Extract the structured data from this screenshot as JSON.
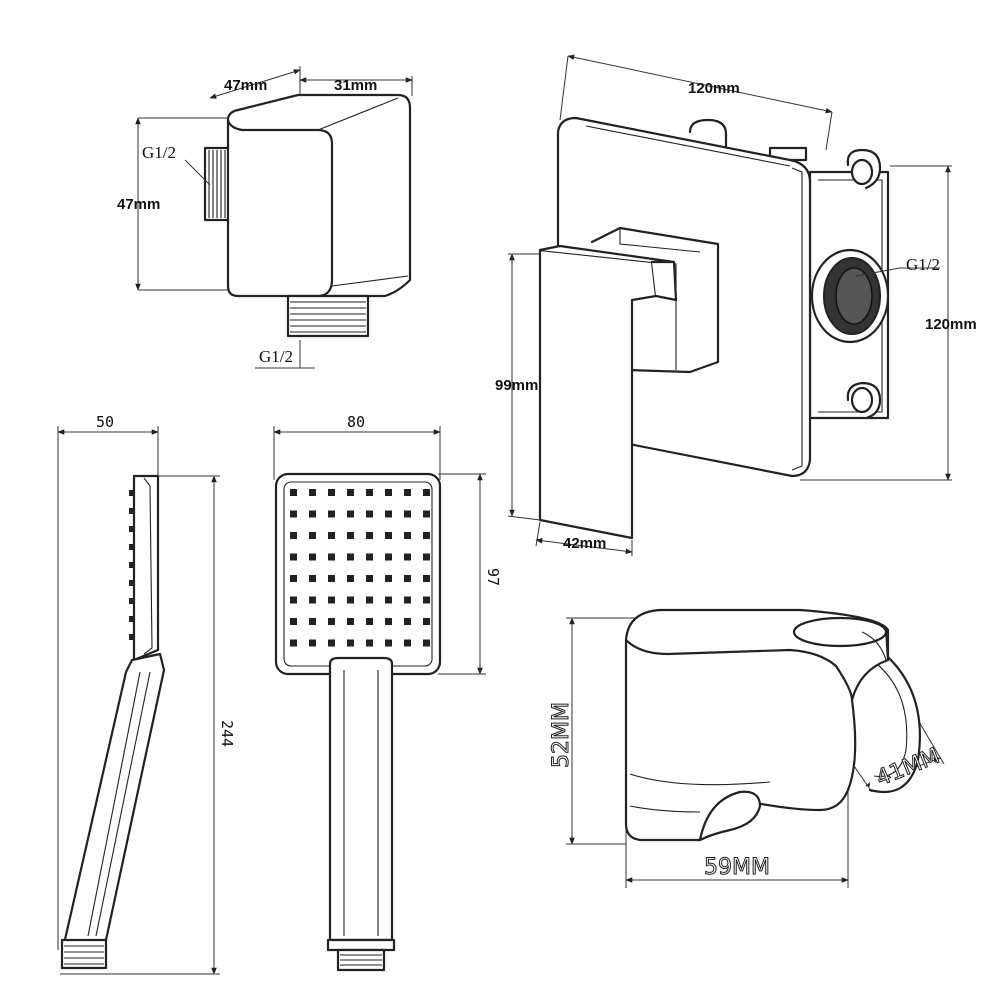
{
  "outlet": {
    "dim_depth": "47mm",
    "dim_width": "31mm",
    "dim_height": "47mm",
    "thread_side": "G1/2",
    "thread_bottom": "G1/2"
  },
  "mixer": {
    "dim_plate_width": "120mm",
    "dim_plate_height": "120mm",
    "dim_handle_height": "99mm",
    "dim_handle_width": "42mm",
    "thread": "G1/2"
  },
  "handset_side": {
    "dim_width": "50",
    "dim_length": "244"
  },
  "handset_front": {
    "dim_width": "80",
    "dim_head": "97"
  },
  "holder": {
    "dim_height": "52MM",
    "dim_width": "59MM",
    "dim_bore": "41MM"
  }
}
